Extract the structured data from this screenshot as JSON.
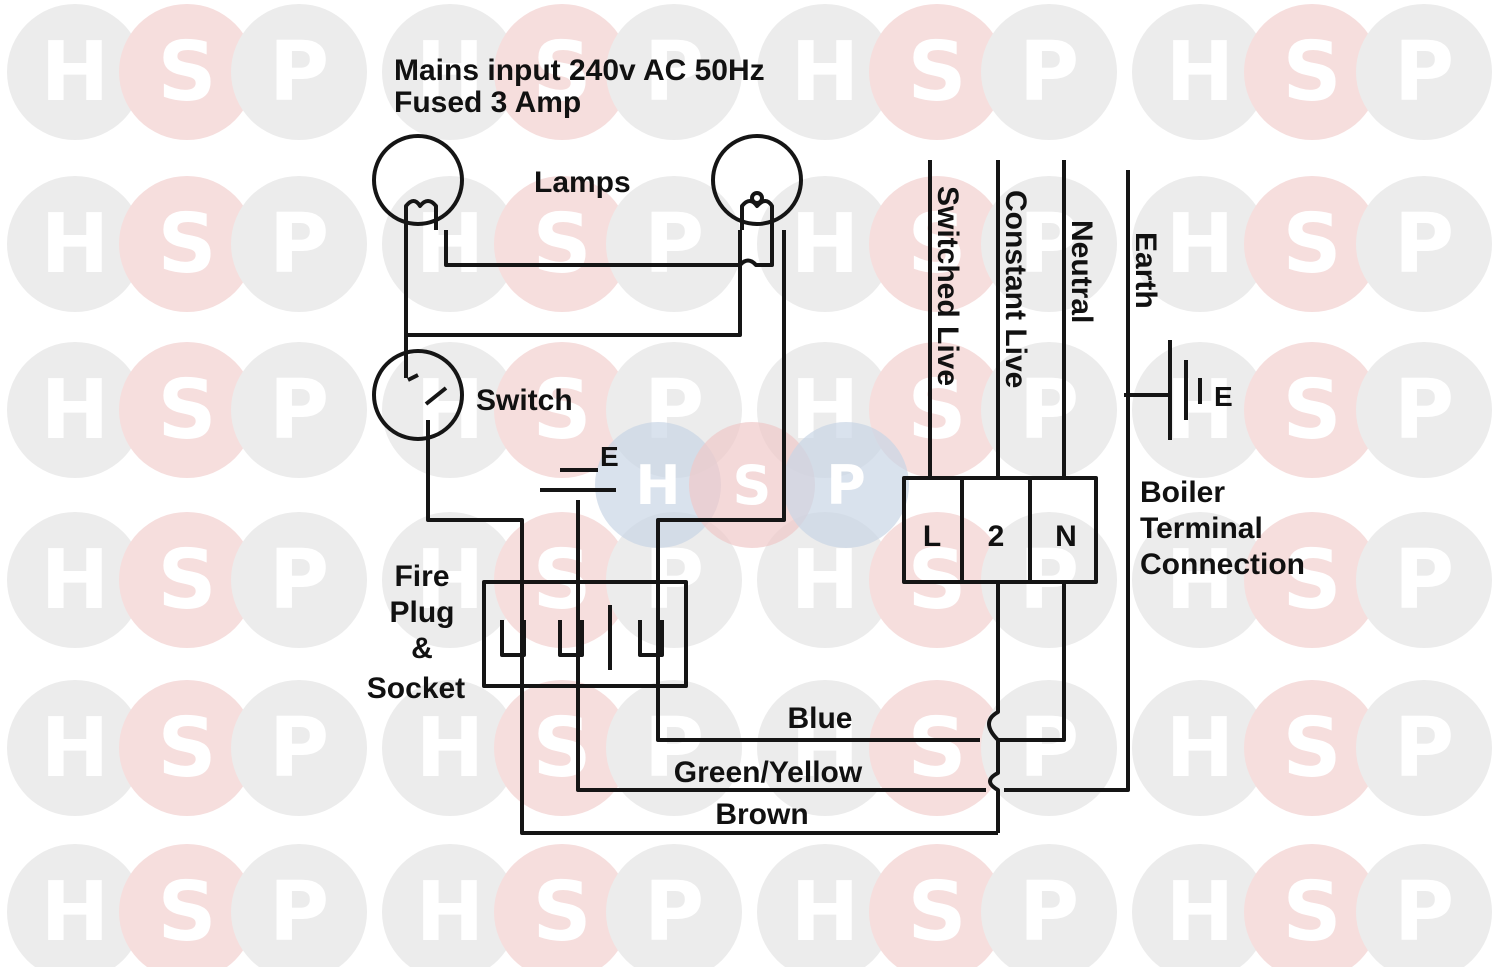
{
  "diagram": {
    "mains_line1": "Mains input 240v AC 50Hz",
    "mains_line2": "Fused 3 Amp",
    "lamps": "Lamps",
    "switch": "Switch",
    "earth_symbol": "E",
    "fire_line1": "Fire",
    "fire_line2": "Plug",
    "fire_line3": "&",
    "fire_line4": "Socket",
    "switched_live": "Switched Live",
    "constant_live": "Constant Live",
    "neutral": "Neutral",
    "earth": "Earth",
    "boiler_line1": "Boiler",
    "boiler_line2": "Terminal",
    "boiler_line3": "Connection",
    "terminal_l": "L",
    "terminal_2": "2",
    "terminal_n": "N",
    "earth_symbol_right": "E",
    "wire_blue": "Blue",
    "wire_green_yellow": "Green/Yellow",
    "wire_brown": "Brown"
  },
  "watermark": {
    "letters": [
      "H",
      "S",
      "P"
    ],
    "colors": {
      "gray": "#ececec",
      "pink": "#f6dedd",
      "center_blue": "#c9d6e6",
      "center_pink": "#efc9c9"
    }
  },
  "colors": {
    "line": "#151515",
    "background": "#ffffff"
  }
}
